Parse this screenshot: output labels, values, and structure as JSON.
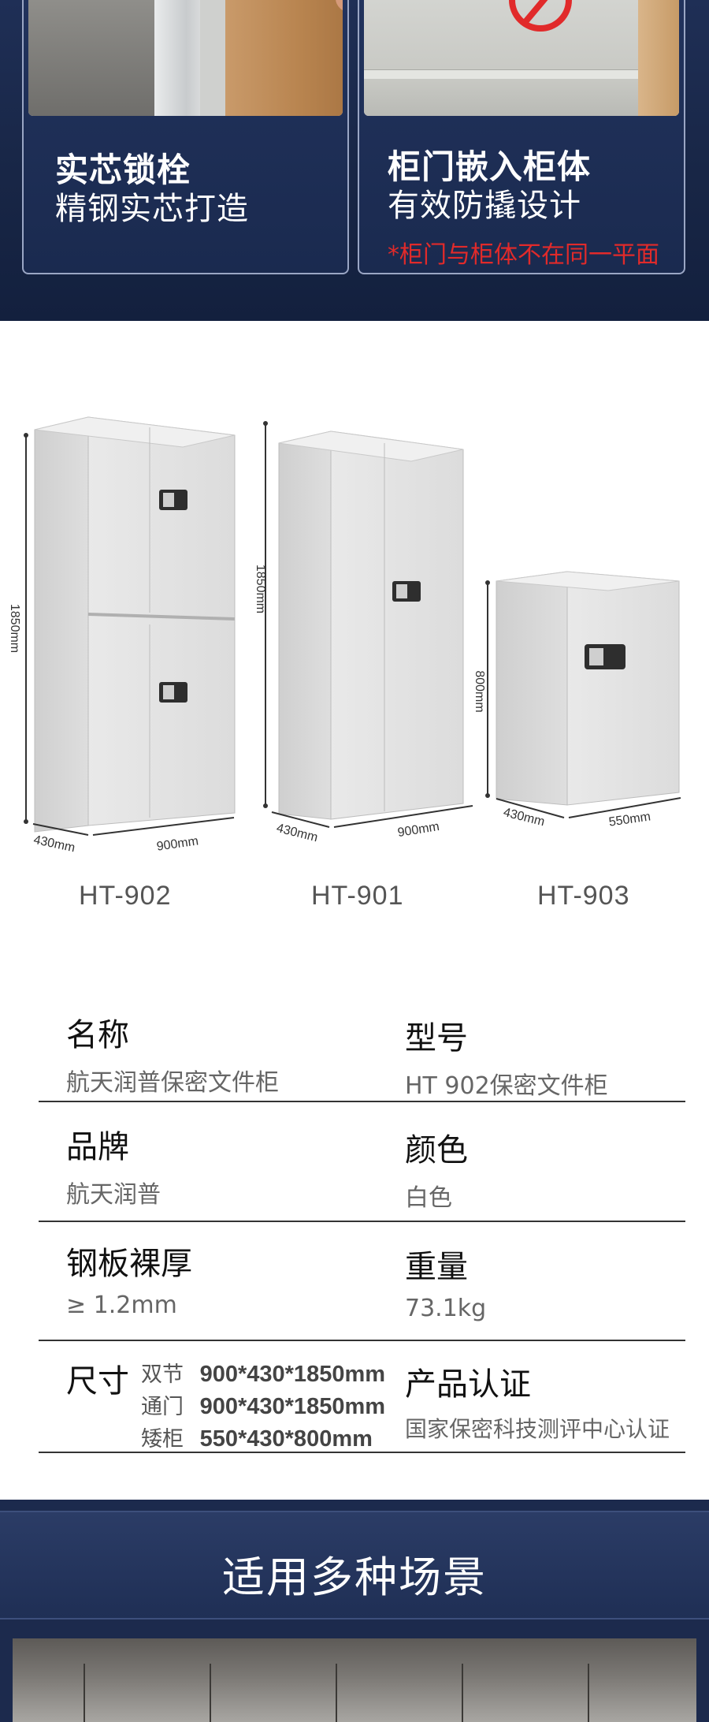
{
  "features": [
    {
      "title": "实芯锁栓",
      "subtitle": "精钢实芯打造",
      "note": ""
    },
    {
      "title": "柜门嵌入柜体",
      "subtitle": "有效防撬设计",
      "note": "*柜门与柜体不在同一平面"
    }
  ],
  "models": [
    {
      "code": "HT-902",
      "height": "1850mm",
      "depth": "430mm",
      "width": "900mm"
    },
    {
      "code": "HT-901",
      "height": "1850mm",
      "depth": "430mm",
      "width": "900mm"
    },
    {
      "code": "HT-903",
      "height": "800mm",
      "depth": "430mm",
      "width": "550mm"
    }
  ],
  "specs": {
    "name_label": "名称",
    "name_value": "航天润普保密文件柜",
    "model_label": "型号",
    "model_value": "HT 902保密文件柜",
    "brand_label": "品牌",
    "brand_value": "航天润普",
    "color_label": "颜色",
    "color_value": "白色",
    "thickness_label": "钢板裸厚",
    "thickness_value": "≥ 1.2mm",
    "weight_label": "重量",
    "weight_value": "73.1kg",
    "size_label": "尺寸",
    "sizes": [
      {
        "label": "双节",
        "value": "900*430*1850mm"
      },
      {
        "label": "通门",
        "value": "900*430*1850mm"
      },
      {
        "label": "矮柜",
        "value": "550*430*800mm"
      }
    ],
    "cert_label": "产品认证",
    "cert_value": "国家保密科技测评中心认证"
  },
  "banner": {
    "title": "适用多种场景"
  },
  "colors": {
    "navy": "#1c2a4d",
    "warning": "#e12a2a",
    "cabinet": "#e6e6e6"
  }
}
